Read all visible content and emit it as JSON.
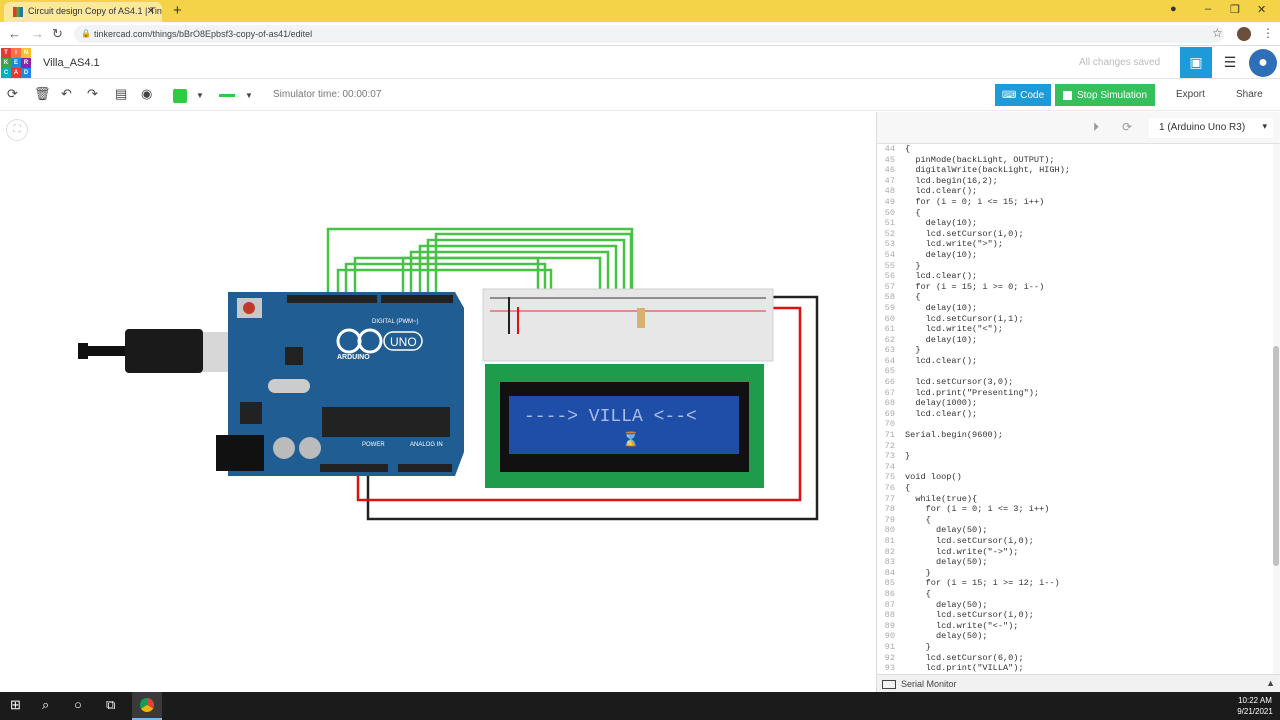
{
  "browser": {
    "tab_title": "Circuit design Copy of AS4.1 | Tin",
    "tab_close": "✕",
    "new_tab": "+",
    "url": "tinkercad.com/things/bBrO8Epbsf3-copy-of-as41/editel"
  },
  "app": {
    "logo_letters": [
      "T",
      "I",
      "N",
      "K",
      "E",
      "R",
      "C",
      "A",
      "D"
    ],
    "logo_colors": [
      "#e53935",
      "#ff7043",
      "#fbc02d",
      "#43a047",
      "#1e88e5",
      "#8e24aa",
      "#00acc1",
      "#e53935",
      "#1e88e5"
    ],
    "design_name": "Villa_AS4.1",
    "save_status": "All changes saved"
  },
  "toolbar": {
    "simulator_time": "Simulator time: 00:00:07",
    "code_label": "Code",
    "stop_label": "Stop Simulation",
    "export_label": "Export",
    "share_label": "Share"
  },
  "code_panel": {
    "device": "1 (Arduino Uno R3)",
    "serial_monitor": "Serial Monitor",
    "lines": [
      {
        "n": "44",
        "t": "{"
      },
      {
        "n": "45",
        "t": "  pinMode(backLight, OUTPUT);"
      },
      {
        "n": "46",
        "t": "  digitalWrite(backLight, HIGH);"
      },
      {
        "n": "47",
        "t": "  lcd.begin(16,2);"
      },
      {
        "n": "48",
        "t": "  lcd.clear();"
      },
      {
        "n": "49",
        "t": "  for (i = 0; i <= 15; i++)"
      },
      {
        "n": "50",
        "t": "  {"
      },
      {
        "n": "51",
        "t": "    delay(10);"
      },
      {
        "n": "52",
        "t": "    lcd.setCursor(i,0);"
      },
      {
        "n": "53",
        "t": "    lcd.write(\">\");"
      },
      {
        "n": "54",
        "t": "    delay(10);"
      },
      {
        "n": "55",
        "t": "  }"
      },
      {
        "n": "56",
        "t": "  lcd.clear();"
      },
      {
        "n": "57",
        "t": "  for (i = 15; i >= 0; i--)"
      },
      {
        "n": "58",
        "t": "  {"
      },
      {
        "n": "59",
        "t": "    delay(10);"
      },
      {
        "n": "60",
        "t": "    lcd.setCursor(i,1);"
      },
      {
        "n": "61",
        "t": "    lcd.write(\"<\");"
      },
      {
        "n": "62",
        "t": "    delay(10);"
      },
      {
        "n": "63",
        "t": "  }"
      },
      {
        "n": "64",
        "t": "  lcd.clear();"
      },
      {
        "n": "65",
        "t": ""
      },
      {
        "n": "66",
        "t": "  lcd.setCursor(3,0);"
      },
      {
        "n": "67",
        "t": "  lcd.print(\"Presenting\");"
      },
      {
        "n": "68",
        "t": "  delay(1000);"
      },
      {
        "n": "69",
        "t": "  lcd.clear();"
      },
      {
        "n": "70",
        "t": ""
      },
      {
        "n": "71",
        "t": "Serial.begin(9600);"
      },
      {
        "n": "72",
        "t": ""
      },
      {
        "n": "73",
        "t": "}"
      },
      {
        "n": "74",
        "t": ""
      },
      {
        "n": "75",
        "t": "void loop()"
      },
      {
        "n": "76",
        "t": "{"
      },
      {
        "n": "77",
        "t": "  while(true){"
      },
      {
        "n": "78",
        "t": "    for (i = 0; i <= 3; i++)"
      },
      {
        "n": "79",
        "t": "    {"
      },
      {
        "n": "80",
        "t": "      delay(50);"
      },
      {
        "n": "81",
        "t": "      lcd.setCursor(i,0);"
      },
      {
        "n": "82",
        "t": "      lcd.write(\"->\");"
      },
      {
        "n": "83",
        "t": "      delay(50);"
      },
      {
        "n": "84",
        "t": "    }"
      },
      {
        "n": "85",
        "t": "    for (i = 15; i >= 12; i--)"
      },
      {
        "n": "86",
        "t": "    {"
      },
      {
        "n": "87",
        "t": "      delay(50);"
      },
      {
        "n": "88",
        "t": "      lcd.setCursor(i,0);"
      },
      {
        "n": "89",
        "t": "      lcd.write(\"<-\");"
      },
      {
        "n": "90",
        "t": "      delay(50);"
      },
      {
        "n": "91",
        "t": "    }"
      },
      {
        "n": "92",
        "t": "    lcd.setCursor(6,0);"
      },
      {
        "n": "93",
        "t": "    lcd.print(\"VILLA\");"
      }
    ]
  },
  "circuit": {
    "board_brand": "ARDUINO",
    "board_model": "UNO",
    "digital_label": "DIGITAL (PWM~)",
    "power_label": "POWER",
    "analog_label": "ANALOG IN",
    "lcd_line1": "----> VILLA <--<",
    "lcd_line2": "⌛",
    "wire_color": "#47c247",
    "lcd_backlight": "#1f4ea8",
    "board_color": "#1f5d93"
  },
  "taskbar": {
    "time": "10:22 AM",
    "date": "9/21/2021"
  }
}
